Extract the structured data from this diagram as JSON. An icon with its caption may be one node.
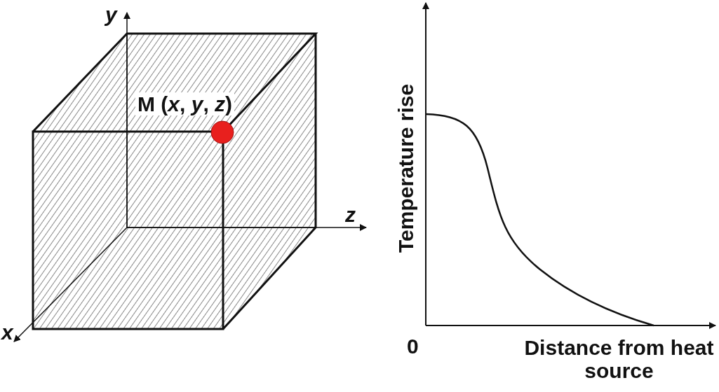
{
  "diagram": {
    "labels": [
      "y",
      "M (*x*, *y*, *z*)",
      "z",
      "x",
      "Temperature rise",
      "0",
      "Distance from heat source"
    ]
  }
}
